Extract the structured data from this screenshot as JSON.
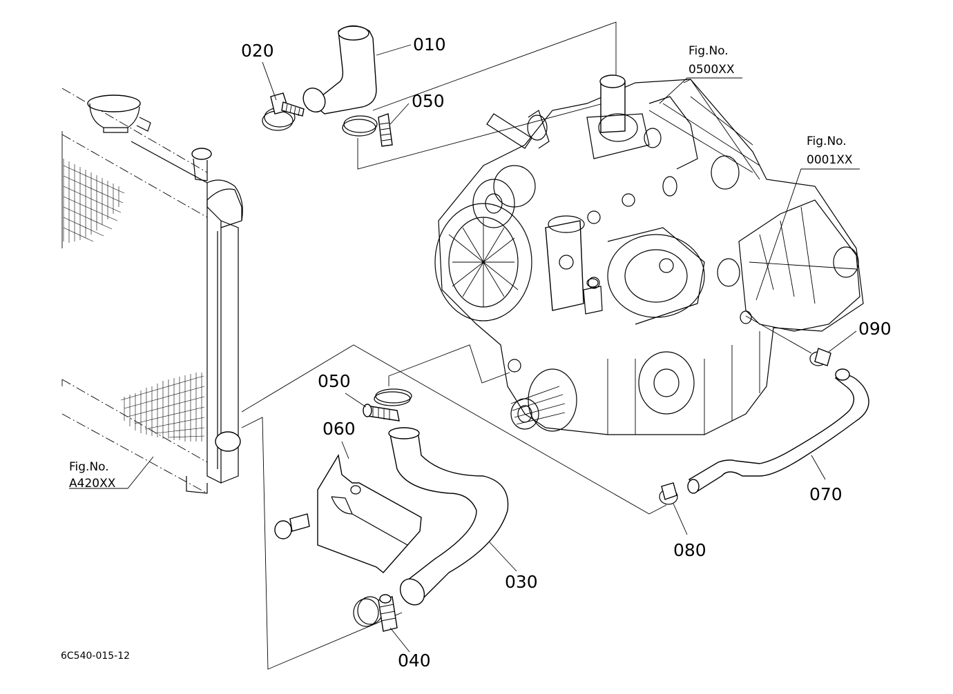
{
  "diagram": {
    "drawing_code": "6C540-015-12",
    "parts": {
      "p010": "010",
      "p020": "020",
      "p030": "030",
      "p040": "040",
      "p050a": "050",
      "p050b": "050",
      "p060": "060",
      "p070": "070",
      "p080": "080",
      "p090": "090"
    },
    "figure_refs": {
      "engine_top": {
        "prefix": "Fig.No.",
        "number": "0500XX"
      },
      "engine_side": {
        "prefix": "Fig.No.",
        "number": "0001XX"
      },
      "radiator": {
        "prefix": "Fig.No.",
        "number": "A420XX"
      }
    }
  }
}
